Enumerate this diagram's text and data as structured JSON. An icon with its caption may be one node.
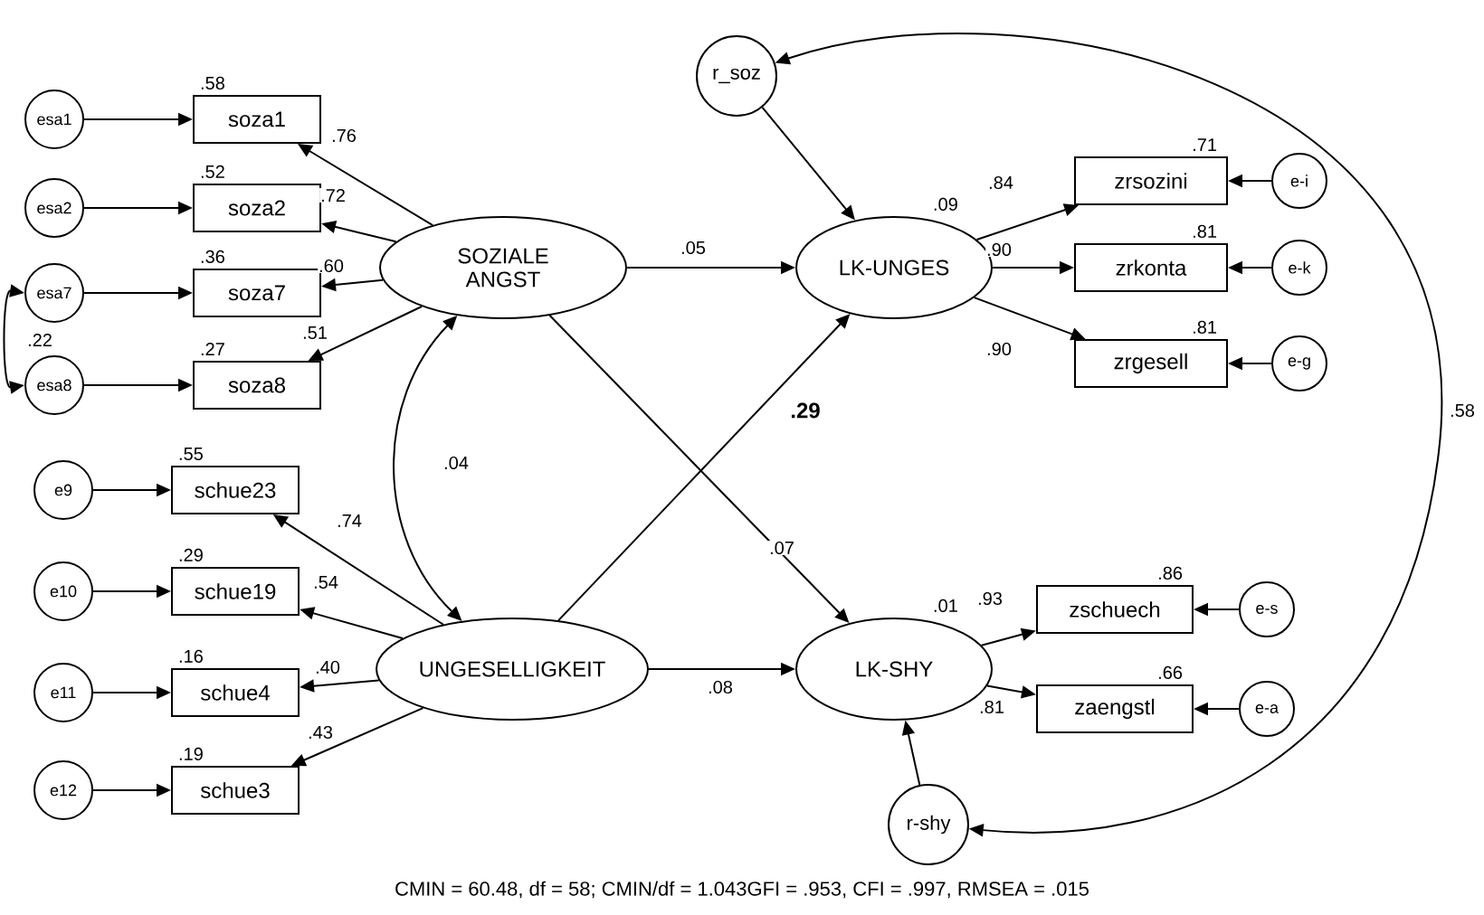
{
  "diagram": {
    "caption": "CMIN = 60.48, df = 58; CMIN/df = 1.043GFI = .953, CFI = .997, RMSEA = .015",
    "nodes": [
      {
        "text": [
          "SOZIALE ANGST"
        ]
      },
      {
        "text": [
          "UNGESELLIGKEIT"
        ]
      },
      {
        "text": [
          "LK-UNGES"
        ],
        "beside": [
          ".09"
        ]
      },
      {
        "text": [
          "LK-SHY"
        ],
        "beside": [
          ".01"
        ]
      },
      {
        "text": [
          "r_soz"
        ]
      },
      {
        "text": [
          "r-shy"
        ]
      },
      {
        "text": [
          "esa1"
        ]
      },
      {
        "text": [
          "esa2"
        ]
      },
      {
        "text": [
          "esa7"
        ]
      },
      {
        "text": [
          "esa8"
        ]
      },
      {
        "text": [
          "e9"
        ]
      },
      {
        "text": [
          "e10"
        ]
      },
      {
        "text": [
          "e11"
        ]
      },
      {
        "text": [
          "e12"
        ]
      },
      {
        "text": [
          "soza1"
        ],
        "beside": [
          ".58"
        ]
      },
      {
        "text": [
          "soza2"
        ],
        "beside": [
          ".52"
        ]
      },
      {
        "text": [
          "soza7"
        ],
        "beside": [
          ".36"
        ]
      },
      {
        "text": [
          "soza8"
        ],
        "beside": [
          ".27"
        ]
      },
      {
        "text": [
          "schue23"
        ],
        "beside": [
          ".55"
        ]
      },
      {
        "text": [
          "schue19"
        ],
        "beside": [
          ".29"
        ]
      },
      {
        "text": [
          "schue4"
        ],
        "beside": [
          ".16"
        ]
      },
      {
        "text": [
          "schue3"
        ],
        "beside": [
          ".19"
        ]
      },
      {
        "text": [
          "zrsozini"
        ],
        "beside": [
          ".71"
        ]
      },
      {
        "text": [
          "zrkonta"
        ],
        "beside": [
          ".81"
        ]
      },
      {
        "text": [
          "zrgesell"
        ],
        "beside": [
          ".81"
        ]
      },
      {
        "text": [
          "zschuech"
        ],
        "beside": [
          ".86"
        ]
      },
      {
        "text": [
          "zaengstl"
        ],
        "beside": [
          ".66"
        ]
      },
      {
        "text": [
          "e-i"
        ]
      },
      {
        "text": [
          "e-k"
        ]
      },
      {
        "text": [
          "e-g"
        ]
      },
      {
        "text": [
          "e-s"
        ]
      },
      {
        "text": [
          "e-a"
        ]
      }
    ],
    "edges": [
      {
        "from": 6,
        "to": 14,
        "arrow": "to"
      },
      {
        "from": 7,
        "to": 15,
        "arrow": "to"
      },
      {
        "from": 8,
        "to": 16,
        "arrow": "to"
      },
      {
        "from": 9,
        "to": 17,
        "arrow": "to"
      },
      {
        "from": 10,
        "to": 18,
        "arrow": "to"
      },
      {
        "from": 11,
        "to": 19,
        "arrow": "to"
      },
      {
        "from": 12,
        "to": 20,
        "arrow": "to"
      },
      {
        "from": 13,
        "to": 21,
        "arrow": "to"
      },
      {
        "from": 27,
        "to": 22,
        "arrow": "to"
      },
      {
        "from": 28,
        "to": 23,
        "arrow": "to"
      },
      {
        "from": 29,
        "to": 24,
        "arrow": "to"
      },
      {
        "from": 30,
        "to": 25,
        "arrow": "to"
      },
      {
        "from": 31,
        "to": 26,
        "arrow": "to"
      },
      {
        "from": 0,
        "to": 14,
        "arrow": "to",
        "label": ".76"
      },
      {
        "from": 0,
        "to": 15,
        "arrow": "to",
        "label": ".72"
      },
      {
        "from": 0,
        "to": 16,
        "arrow": "to",
        "label": ".60"
      },
      {
        "from": 0,
        "to": 17,
        "arrow": "to",
        "label": ".51"
      },
      {
        "from": 1,
        "to": 18,
        "arrow": "to",
        "label": ".74"
      },
      {
        "from": 1,
        "to": 19,
        "arrow": "to",
        "label": ".54"
      },
      {
        "from": 1,
        "to": 20,
        "arrow": "to",
        "label": ".40"
      },
      {
        "from": 1,
        "to": 21,
        "arrow": "to",
        "label": ".43"
      },
      {
        "from": 2,
        "to": 22,
        "arrow": "to",
        "label": ".84"
      },
      {
        "from": 2,
        "to": 23,
        "arrow": "to",
        "label": ".90"
      },
      {
        "from": 2,
        "to": 24,
        "arrow": "to",
        "label": ".90"
      },
      {
        "from": 3,
        "to": 25,
        "arrow": "to",
        "label": ".93"
      },
      {
        "from": 3,
        "to": 26,
        "arrow": "to",
        "label": ".81"
      },
      {
        "from": 0,
        "to": 2,
        "arrow": "to",
        "label": ".05"
      },
      {
        "from": 0,
        "to": 3,
        "arrow": "to",
        "label": ".07"
      },
      {
        "from": 1,
        "to": 2,
        "arrow": "to",
        "label": ".29"
      },
      {
        "from": 1,
        "to": 3,
        "arrow": "to",
        "label": ".08"
      },
      {
        "from": 4,
        "to": 2,
        "arrow": "to"
      },
      {
        "from": 5,
        "to": 3,
        "arrow": "to"
      },
      {
        "from": 8,
        "to": 9,
        "arrow": "both",
        "label": ".22"
      },
      {
        "from": 0,
        "to": 1,
        "arrow": "both",
        "label": ".04"
      },
      {
        "from": 4,
        "to": 5,
        "arrow": "both",
        "label": ".58"
      }
    ]
  }
}
